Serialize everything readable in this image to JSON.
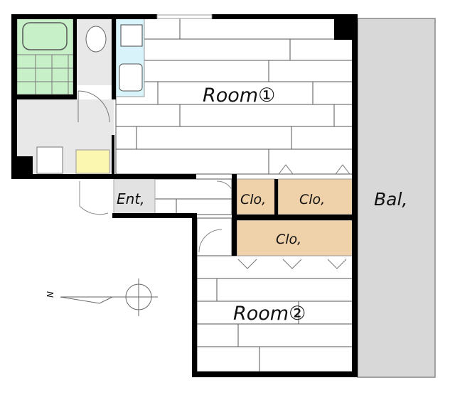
{
  "rooms": {
    "room1": "Room①",
    "room2": "Room②",
    "entrance": "Ent,",
    "closet_small": "Clo,",
    "closet_large": "Clo,",
    "closet_lower": "Clo,",
    "balcony": "Bal,"
  },
  "compass": {
    "north_label": "N"
  },
  "colors": {
    "wall": "#000000",
    "bath": "#c8f0c8",
    "kitchen": "#d8f4fa",
    "sink": "#fbf6b0",
    "closet": "#f0d2aa",
    "balcony": "#d8d8d8",
    "tile": "#e6e6e6"
  }
}
